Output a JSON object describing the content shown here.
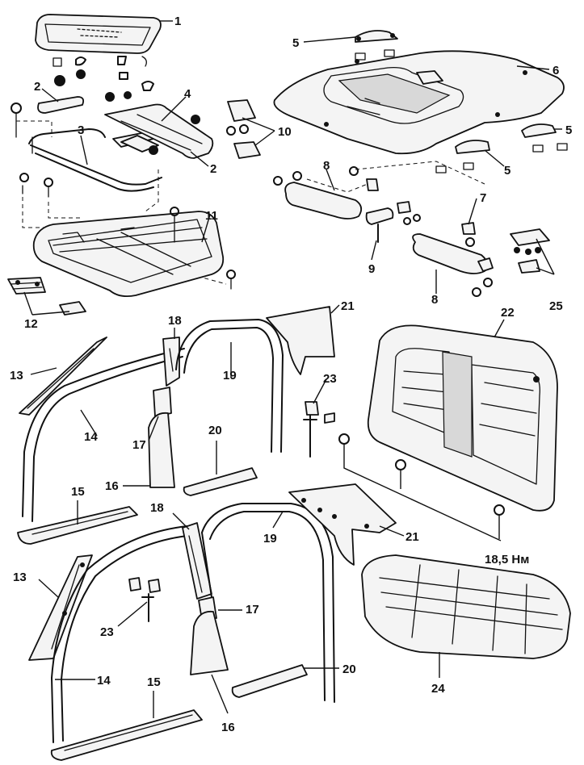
{
  "labels": {
    "p1": "1",
    "p2a": "2",
    "p2b": "2",
    "p3": "3",
    "p4": "4",
    "p5a": "5",
    "p5b": "5",
    "p5c": "5",
    "p6": "6",
    "p7": "7",
    "p8a": "8",
    "p8b": "8",
    "p9": "9",
    "p10": "10",
    "p11": "11",
    "p12": "12",
    "p13a": "13",
    "p13b": "13",
    "p14a": "14",
    "p14b": "14",
    "p15a": "15",
    "p15b": "15",
    "p16a": "16",
    "p16b": "16",
    "p17a": "17",
    "p17b": "17",
    "p18a": "18",
    "p18b": "18",
    "p19a": "19",
    "p19b": "19",
    "p20a": "20",
    "p20b": "20",
    "p21a": "21",
    "p21b": "21",
    "p22": "22",
    "p23a": "23",
    "p23b": "23",
    "p24": "24",
    "p25": "25"
  },
  "torque": "18,5 Нм"
}
